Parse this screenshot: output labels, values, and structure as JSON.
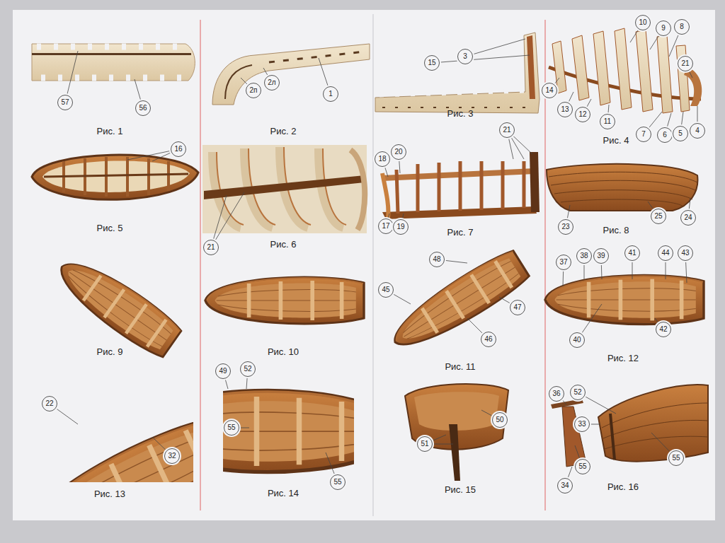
{
  "diagram": {
    "labels": [
      "57",
      "56",
      "Рис. 1",
      "2п",
      "2л",
      "1",
      "Рис. 2",
      "3",
      "15",
      "Рис. 3",
      "10",
      "9",
      "8",
      "21",
      "14",
      "13",
      "12",
      "11",
      "7",
      "6",
      "5",
      "4",
      "Рис. 4",
      "16",
      "Рис. 5",
      "21",
      "Рис. 6",
      "21",
      "18",
      "20",
      "17",
      "19",
      "Рис. 7",
      "23",
      "25",
      "24",
      "Рис. 8",
      "Рис. 9",
      "Рис. 10",
      "48",
      "45",
      "47",
      "46",
      "Рис. 11",
      "37",
      "38",
      "39",
      "41",
      "44",
      "43",
      "40",
      "42",
      "Рис. 12",
      "22",
      "32",
      "Рис. 13",
      "49",
      "52",
      "55",
      "55",
      "Рис. 14",
      "51",
      "50",
      "Рис. 15",
      "36",
      "52",
      "33",
      "55",
      "34",
      "55",
      "Рис. 16"
    ]
  }
}
